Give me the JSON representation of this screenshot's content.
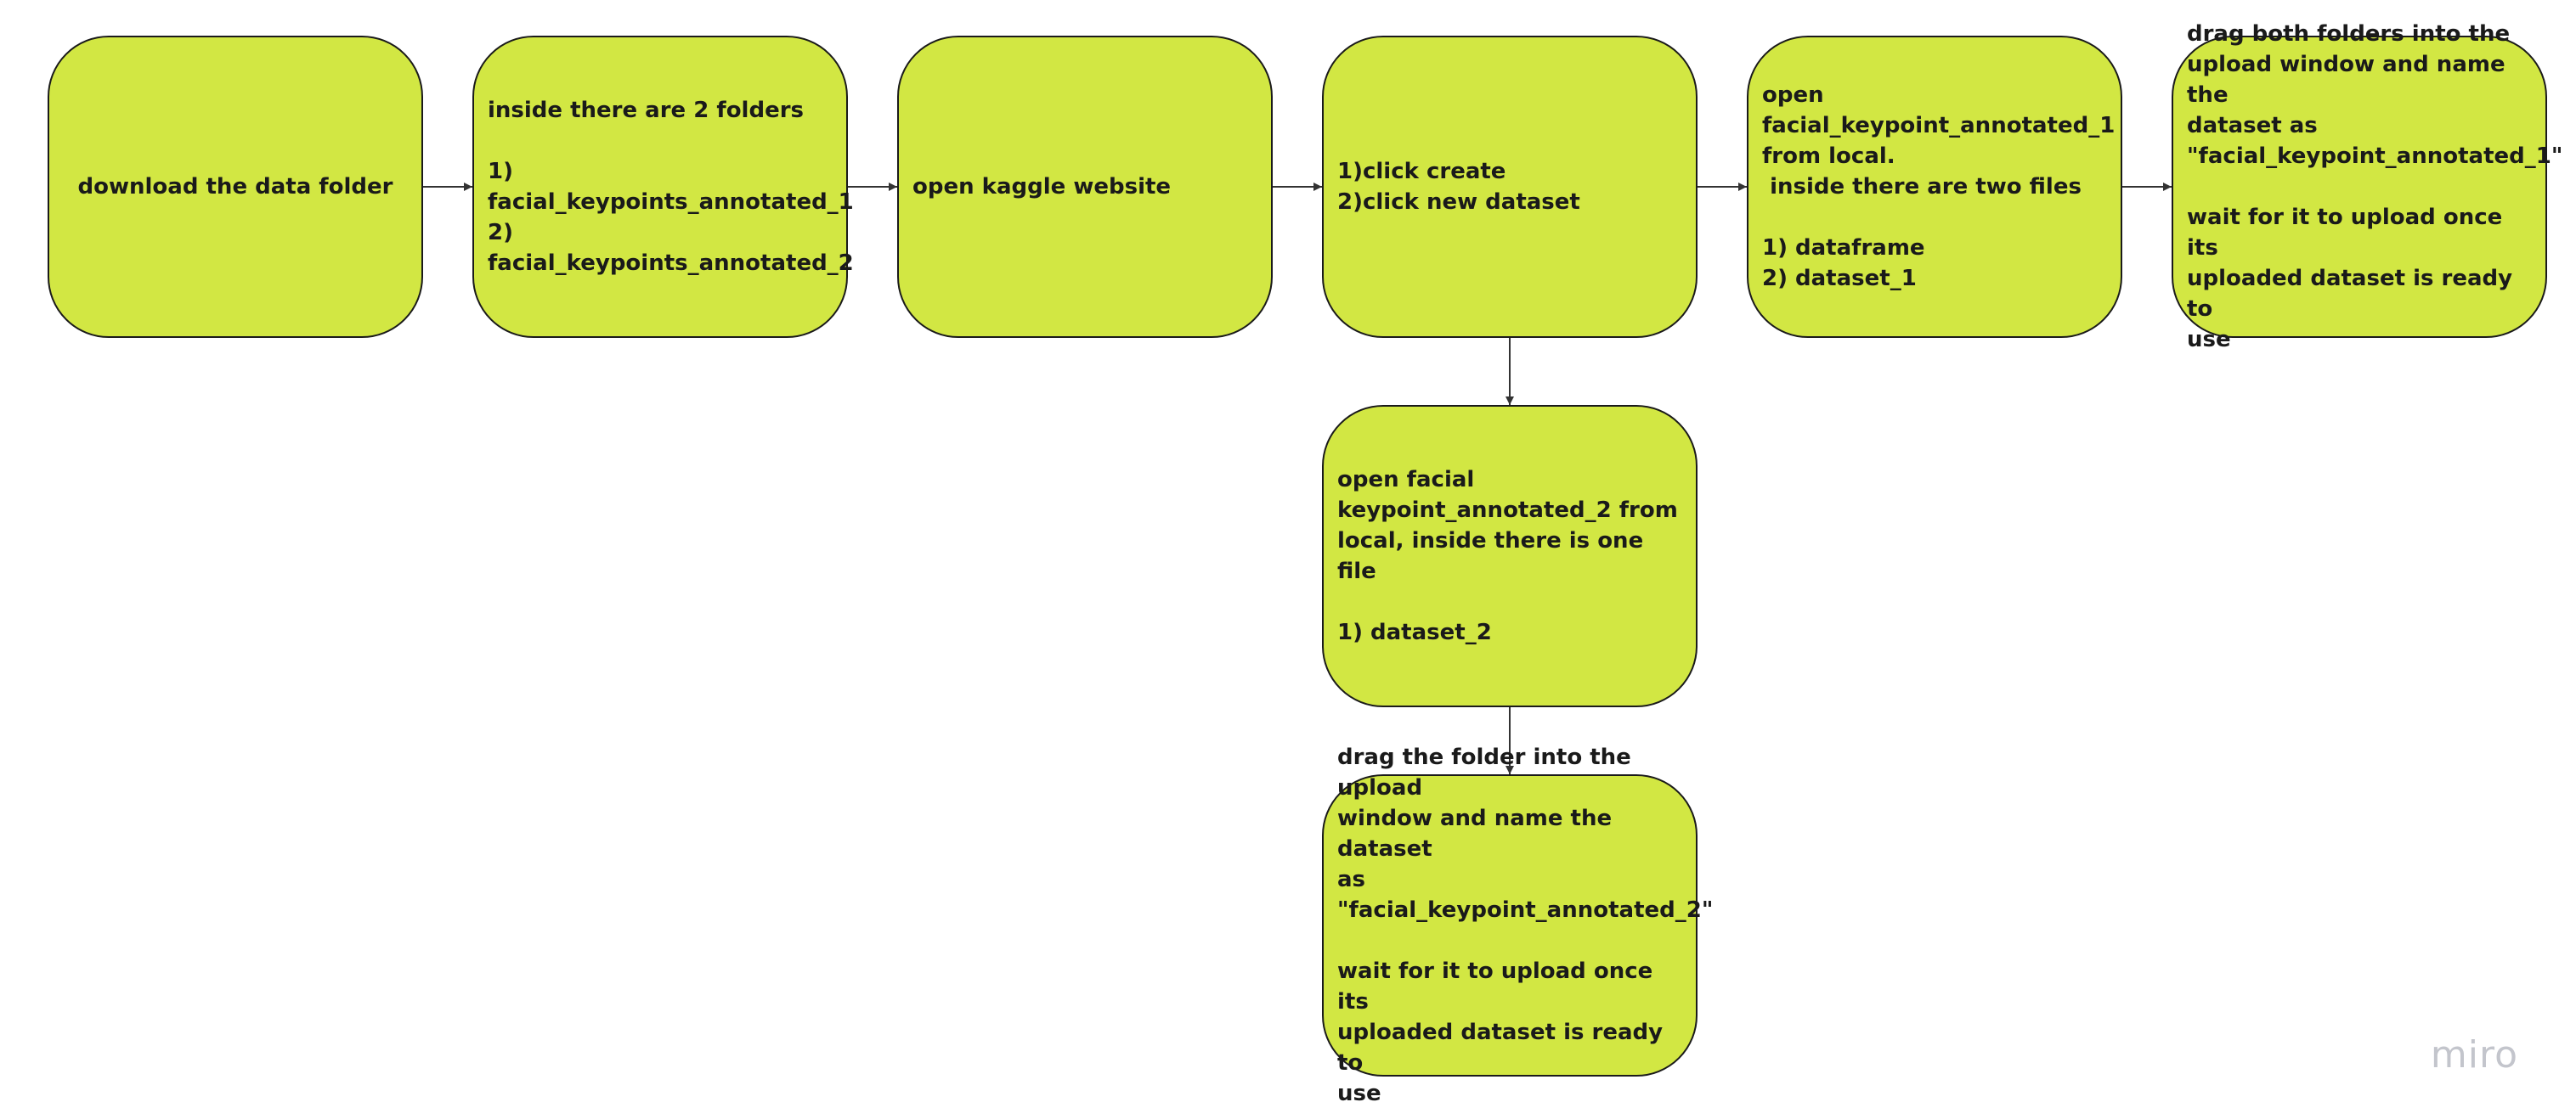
{
  "nodes": {
    "download": "download the data folder",
    "folders": "inside there are 2 folders\n\n1)\nfacial_keypoints_annotated_1\n2)\nfacial_keypoints_annotated_2",
    "kaggle": "open kaggle website",
    "create": "1)click create\n2)click new dataset",
    "open_annotated_1": "open\nfacial_keypoint_annotated_1\nfrom local.\n inside there are two files\n\n1) dataframe\n2) dataset_1",
    "drag_both": "drag both folders into the\nupload window and name the\ndataset as\n\"facial_keypoint_annotated_1\"\n\nwait for it to upload once its\nuploaded dataset is ready to\nuse",
    "open_annotated_2": "open facial\nkeypoint_annotated_2 from\nlocal, inside there is one file\n\n1) dataset_2",
    "drag_folder": "drag the folder into the upload\nwindow and name the dataset\nas\n\"facial_keypoint_annotated_2\"\n\nwait for it to upload once its\nuploaded dataset is ready to\nuse"
  },
  "colors": {
    "node_fill": "#d2e743",
    "node_border": "#1a1a1a",
    "edge": "#333333",
    "logo": "#c3c5cc"
  },
  "logo": "miro"
}
